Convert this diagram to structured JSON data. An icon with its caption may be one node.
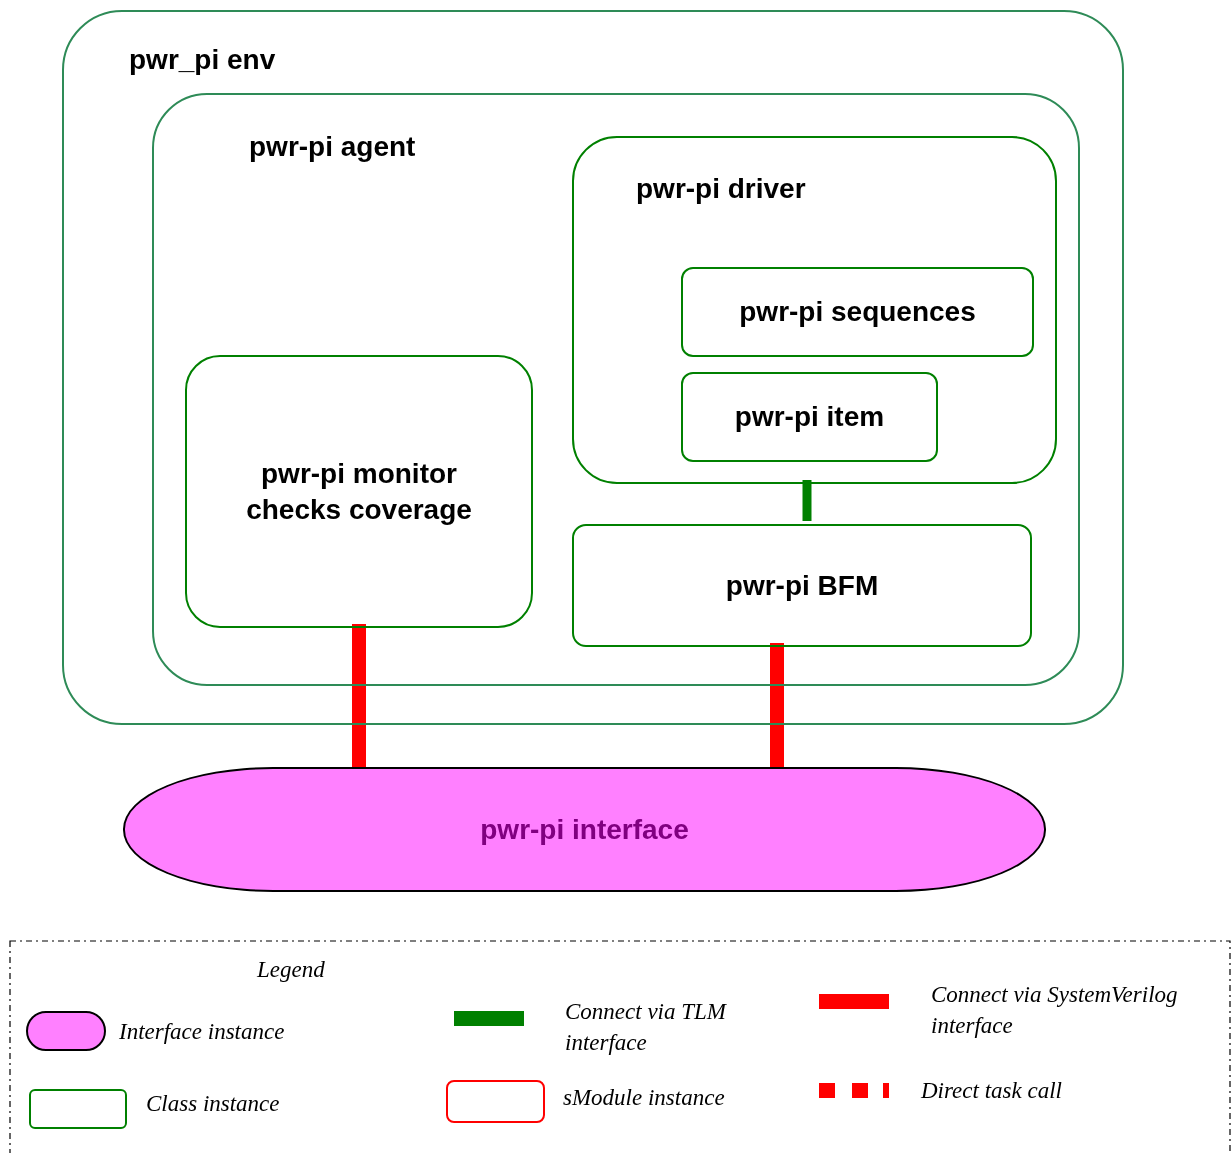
{
  "diagram": {
    "nodes": [
      {
        "text": [
          "pwr_pi env"
        ]
      },
      {
        "text": [
          "pwr-pi agent"
        ],
        "in": 0
      },
      {
        "text": [
          "pwr-pi monitor checks coverage"
        ],
        "in": 1
      },
      {
        "text": [
          "pwr-pi driver"
        ],
        "in": 1
      },
      {
        "text": [
          "pwr-pi sequences"
        ],
        "in": 3
      },
      {
        "text": [
          "pwr-pi item"
        ],
        "in": 3
      },
      {
        "text": [
          "pwr-pi BFM"
        ],
        "in": 1
      },
      {
        "text": [
          "pwr-pi interface"
        ]
      }
    ],
    "edges": [
      {
        "from": 3,
        "to": 6,
        "arrow": "none",
        "color": "#008000"
      },
      {
        "from": 2,
        "to": 7,
        "arrow": "none"
      },
      {
        "from": 6,
        "to": 7,
        "arrow": "none"
      }
    ],
    "labels": [
      "Legend"
    ],
    "legend": [
      {
        "text": "Interface instance"
      },
      {
        "text": "Connect via TLM interface",
        "color": "#008000"
      },
      {
        "text": "Connect via SystemVerilog interface",
        "color": "#ff0000"
      },
      {
        "text": "Class instance"
      },
      {
        "text": "sModule instance"
      },
      {
        "text": "Direct task call"
      }
    ]
  }
}
